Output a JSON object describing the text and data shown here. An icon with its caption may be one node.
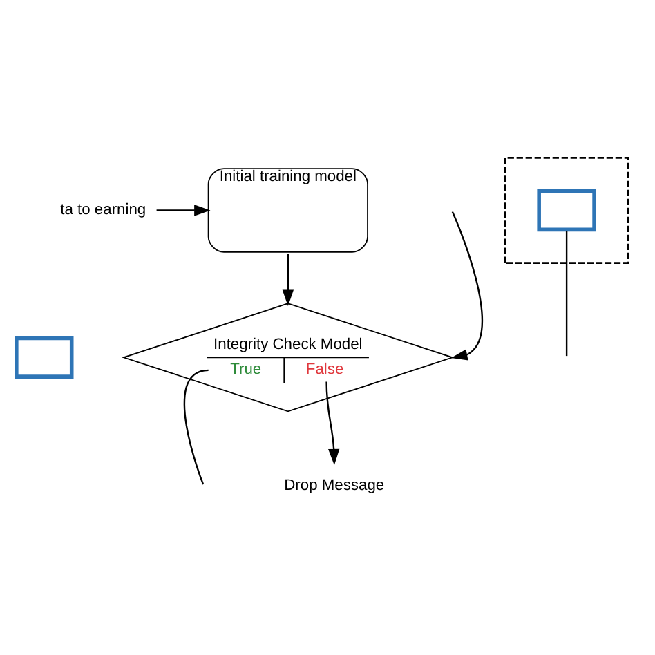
{
  "diagram": {
    "nodes": [
      {
        "text": [
          "ta to earning"
        ]
      },
      {
        "text": [
          "Initial training model"
        ]
      },
      {
        "text": [],
        "shape": "box"
      },
      {
        "text": [],
        "shape": "box",
        "in": 2
      },
      {
        "text": [],
        "shape": "box"
      },
      {
        "text": [
          "Integrity Check Model",
          "True",
          "False"
        ]
      },
      {
        "text": [
          "Drop Message"
        ]
      }
    ],
    "edges": [
      {
        "from": 0,
        "to": 1,
        "arrow": "to"
      },
      {
        "from": 1,
        "to": 5,
        "arrow": "to"
      },
      {
        "from": null,
        "to": 5,
        "arrow": "to"
      },
      {
        "from": 5,
        "to": null,
        "arrow": "none"
      },
      {
        "from": 5,
        "to": 6,
        "arrow": "to"
      },
      {
        "from": 3,
        "to": null,
        "arrow": "none"
      }
    ]
  }
}
